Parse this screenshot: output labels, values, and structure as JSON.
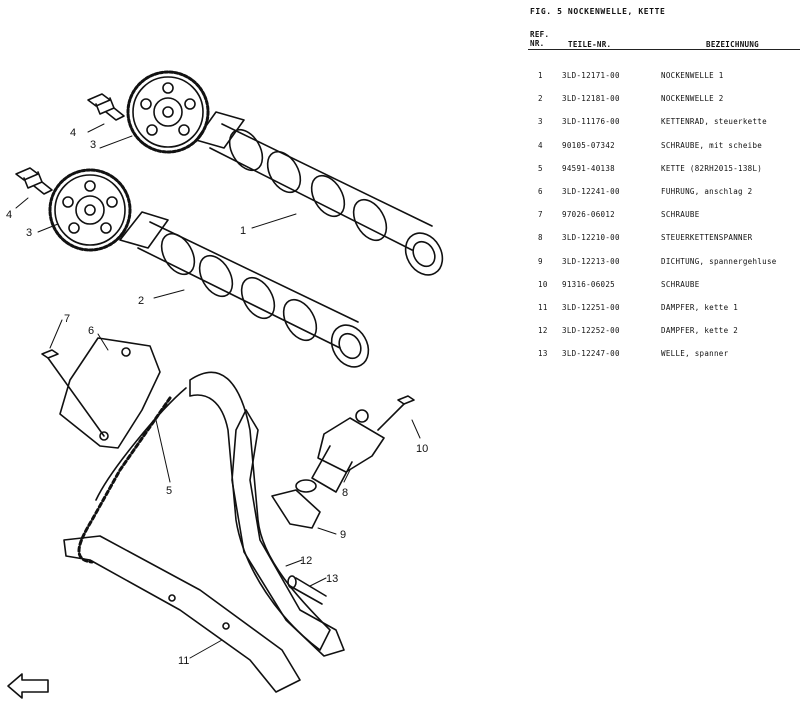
{
  "figure": {
    "title": "FIG.  5  NOCKENWELLE, KETTE"
  },
  "table": {
    "headers": {
      "ref_line1": "REF.",
      "ref_line2": "NR.",
      "part": "TEILE-NR.",
      "desc": "BEZEICHNUNG"
    },
    "rows": [
      {
        "ref": "1",
        "part": "3LD-12171-00",
        "desc": "NOCKENWELLE 1"
      },
      {
        "ref": "2",
        "part": "3LD-12181-00",
        "desc": "NOCKENWELLE 2"
      },
      {
        "ref": "3",
        "part": "3LD-11176-00",
        "desc": "KETTENRAD, steuerkette"
      },
      {
        "ref": "4",
        "part": "90105-07342",
        "desc": "SCHRAUBE, mit scheibe"
      },
      {
        "ref": "5",
        "part": "94591-40138",
        "desc": "KETTE (82RH2015-138L)"
      },
      {
        "ref": "6",
        "part": "3LD-12241-00",
        "desc": "FUHRUNG, anschlag 2"
      },
      {
        "ref": "7",
        "part": "97026-06012",
        "desc": "SCHRAUBE"
      },
      {
        "ref": "8",
        "part": "3LD-12210-00",
        "desc": "STEUERKETTENSPANNER"
      },
      {
        "ref": "9",
        "part": "3LD-12213-00",
        "desc": "DICHTUNG, spannergehluse"
      },
      {
        "ref": "10",
        "part": "91316-06025",
        "desc": "SCHRAUBE"
      },
      {
        "ref": "11",
        "part": "3LD-12251-00",
        "desc": "DAMPFER, kette 1"
      },
      {
        "ref": "12",
        "part": "3LD-12252-00",
        "desc": "DAMPFER, kette 2"
      },
      {
        "ref": "13",
        "part": "3LD-12247-00",
        "desc": "WELLE, spanner"
      }
    ]
  },
  "callouts": {
    "c1": "1",
    "c2": "2",
    "c3a": "3",
    "c3b": "3",
    "c4a": "4",
    "c4b": "4",
    "c5": "5",
    "c6": "6",
    "c7": "7",
    "c8": "8",
    "c9": "9",
    "c10": "10",
    "c11": "11",
    "c12": "12",
    "c13": "13"
  },
  "colors": {
    "ink": "#111111",
    "paper": "#ffffff"
  }
}
